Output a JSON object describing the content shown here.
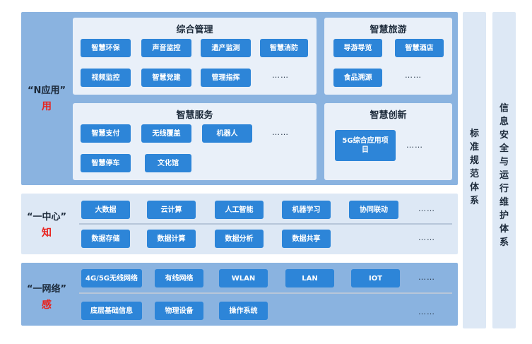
{
  "layers": {
    "n": {
      "label_line1": "“N应用”",
      "label_line2": "用",
      "groups": {
        "mgmt": {
          "title": "综合管理",
          "items": [
            "智慧环保",
            "声音监控",
            "遗产监测",
            "智慧消防",
            "视频监控",
            "智慧党建",
            "管理指挥"
          ]
        },
        "tour": {
          "title": "智慧旅游",
          "items": [
            "导游导览",
            "智慧酒店",
            "食品溯源"
          ]
        },
        "service": {
          "title": "智慧服务",
          "items": [
            "智慧支付",
            "无线覆盖",
            "机器人",
            "智慧停车",
            "文化馆"
          ]
        },
        "innov": {
          "title": "智慧创新",
          "items": [
            "5G综合应用项目"
          ]
        }
      }
    },
    "center": {
      "label_line1": "“一中心”",
      "label_line2": "知",
      "row1": [
        "大数据",
        "云计算",
        "人工智能",
        "机器学习",
        "协同联动"
      ],
      "row2": [
        "数据存储",
        "数据计算",
        "数据分析",
        "数据共享"
      ]
    },
    "network": {
      "label_line1": "“一网络”",
      "label_line2": "感",
      "row1": [
        "4G/5G无线网络",
        "有线网络",
        "WLAN",
        "LAN",
        "IOT"
      ],
      "row2": [
        "底层基础信息",
        "物理设备",
        "操作系统"
      ]
    }
  },
  "ellipsis": "……",
  "side": {
    "standards": [
      "标",
      "准",
      "规",
      "范",
      "体",
      "系"
    ],
    "security": [
      "信",
      "息",
      "安",
      "全",
      "与",
      "运",
      "行",
      "维",
      "护",
      "体",
      "系"
    ]
  }
}
